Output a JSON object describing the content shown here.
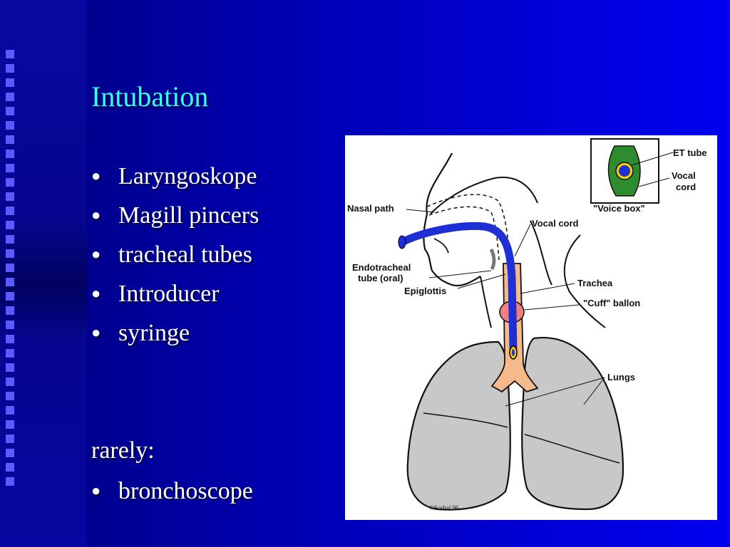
{
  "slide": {
    "title": "Intubation",
    "items": [
      "Laryngoskope",
      "Magill pincers",
      "tracheal tubes",
      "Introducer",
      "syringe"
    ],
    "rarely_label": "rarely:",
    "rare_items": [
      "bronchoscope"
    ],
    "bullet_glyph": "●"
  },
  "figure": {
    "labels": {
      "et_tube": "ET tube",
      "vocal_cord_inset_1": "Vocal",
      "vocal_cord_inset_2": "cord",
      "voice_box": "\"Voice box\"",
      "nasal_path": "Nasal path",
      "vocal_cord": "Vocal cord",
      "endotracheal_1": "Endotracheal",
      "endotracheal_2": "tube (oral)",
      "epiglottis": "Epiglottis",
      "trachea": "Trachea",
      "cuff": "\"Cuff\" ballon",
      "lungs": "Lungs",
      "signature": "©Sorbal 96"
    },
    "colors": {
      "tube": "#1e2fd6",
      "trachea": "#f6b98a",
      "cuff": "#f08080",
      "lung": "#c8c8c8",
      "inset_green": "#2e8b2e"
    }
  }
}
